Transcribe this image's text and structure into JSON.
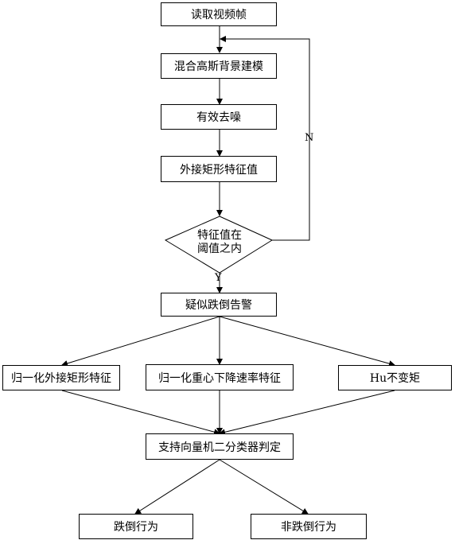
{
  "nodes": {
    "read_frame": "读取视频帧",
    "gmm": "混合高斯背景建模",
    "denoise": "有效去噪",
    "rect_feature": "外接矩形特征值",
    "decision_line1": "特征值在",
    "decision_line2": "阈值之内",
    "suspect_alarm": "疑似跌倒告警",
    "norm_rect": "归一化外接矩形特征",
    "norm_centroid": "归一化重心下降速率特征",
    "hu_moments": "Hu不变矩",
    "svm": "支持向量机二分类器判定",
    "fall": "跌倒行为",
    "non_fall": "非跌倒行为"
  },
  "edge_labels": {
    "no": "N",
    "yes": "Y"
  }
}
